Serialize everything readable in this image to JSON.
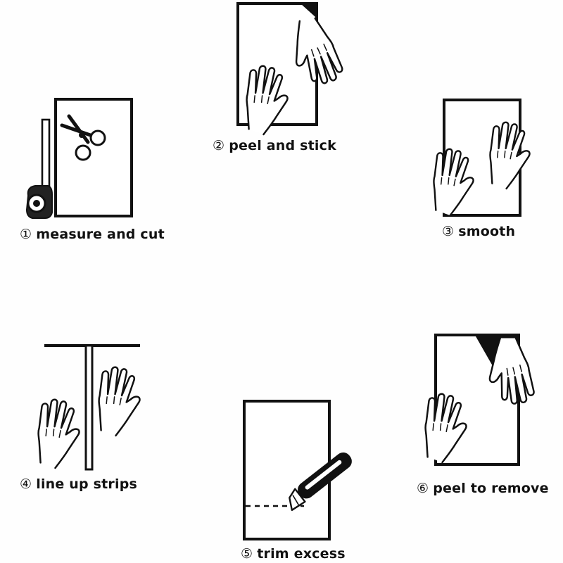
{
  "steps": [
    {
      "num": "①",
      "label": "measure and cut",
      "icon": "scissors-tape-measure-icon"
    },
    {
      "num": "②",
      "label": "peel and stick",
      "icon": "peel-hands-icon"
    },
    {
      "num": "③",
      "label": "smooth",
      "icon": "smoothing-hands-icon"
    },
    {
      "num": "④",
      "label": "line up strips",
      "icon": "align-strips-hands-icon"
    },
    {
      "num": "⑤",
      "label": "trim excess",
      "icon": "utility-knife-icon"
    },
    {
      "num": "⑥",
      "label": "peel to remove",
      "icon": "peel-corner-hand-icon"
    }
  ],
  "colors": {
    "ink": "#111111",
    "background": "#fefefe"
  }
}
